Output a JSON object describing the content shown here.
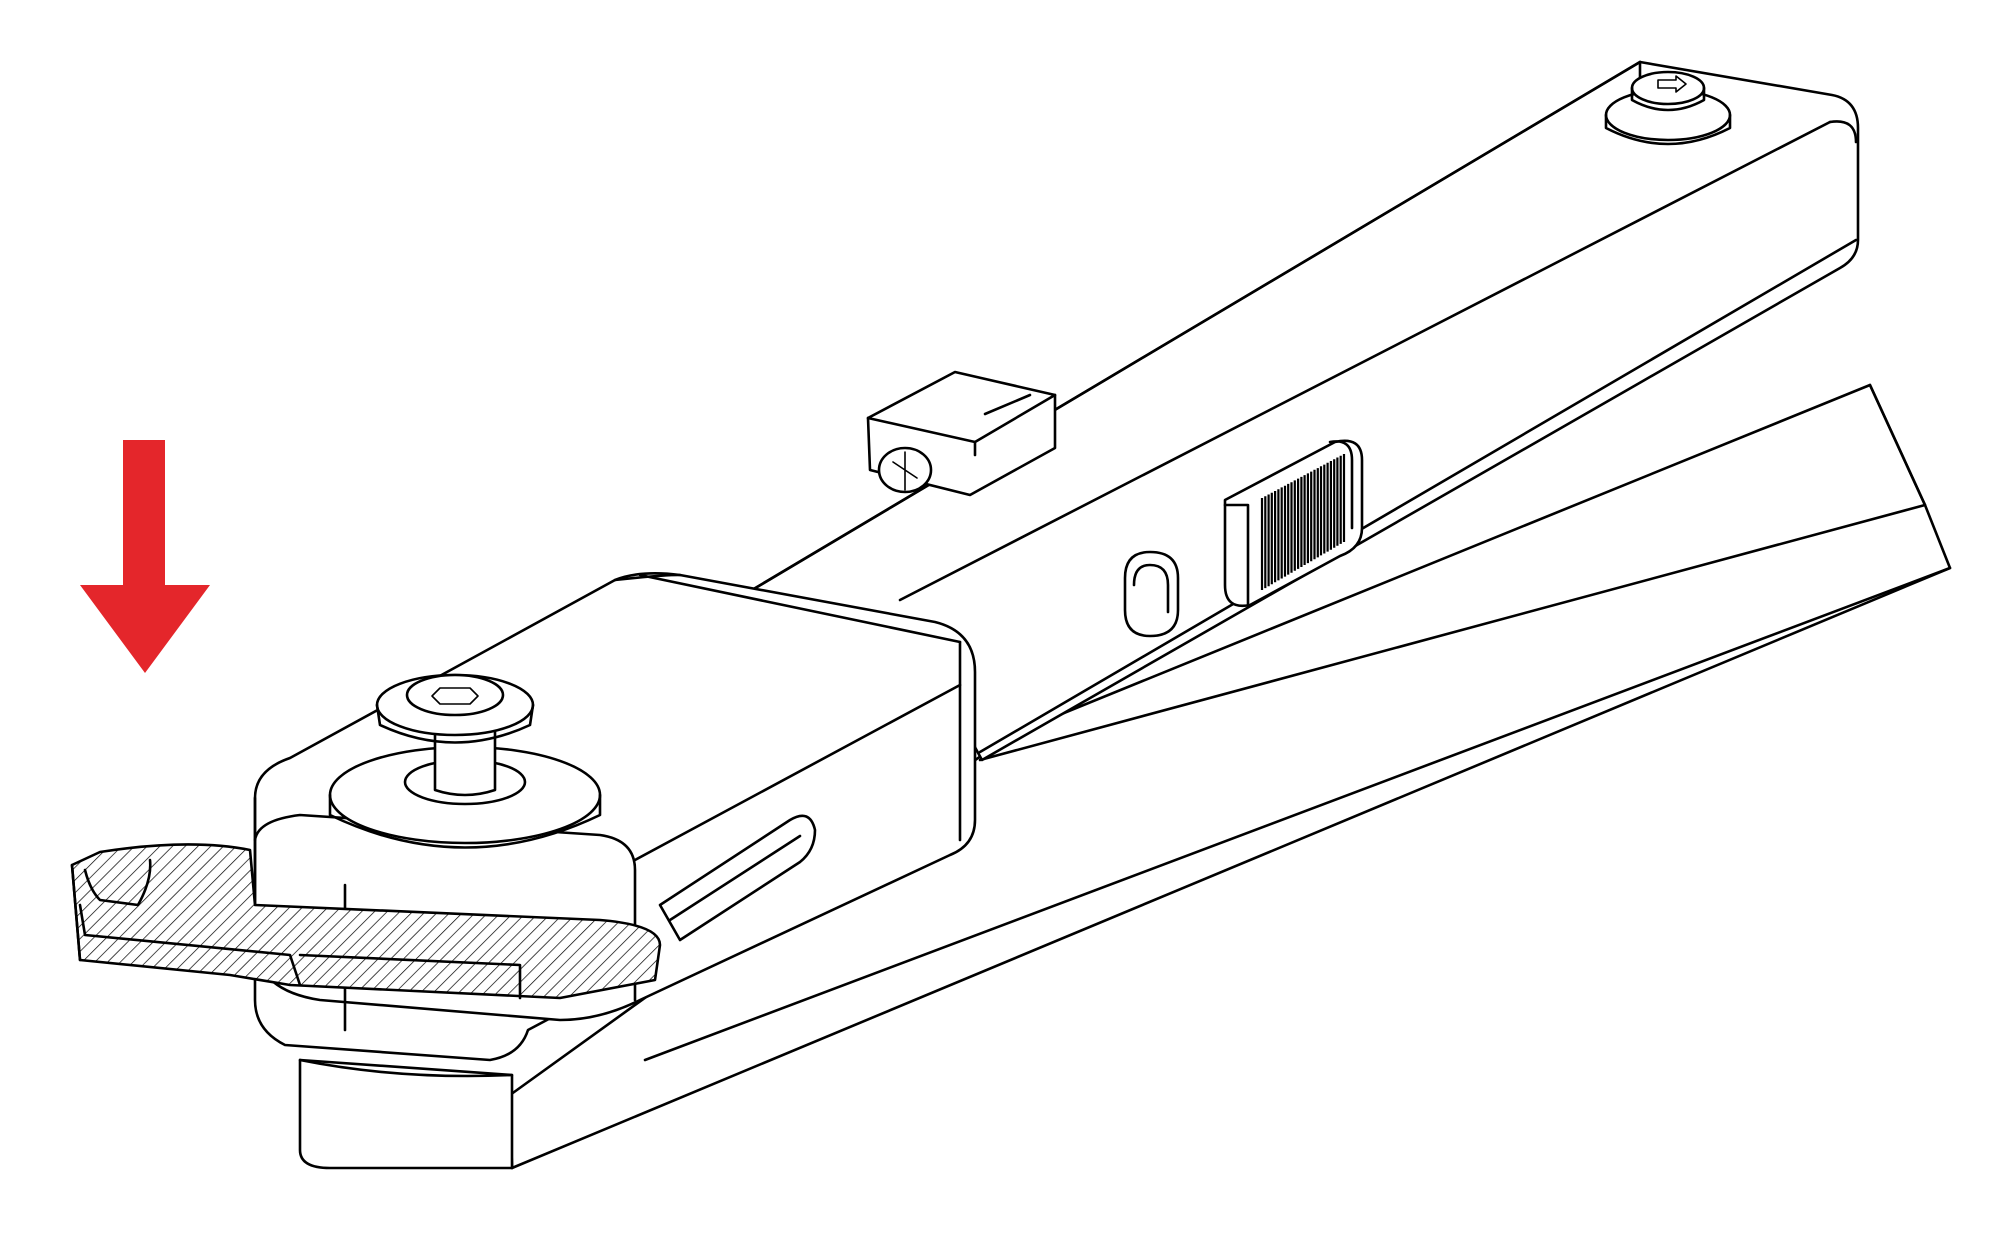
{
  "figure": {
    "kind": "technical-line-drawing",
    "subject_parts": [
      "arm-bar",
      "pivot-housing",
      "button-head-screw",
      "top-end-screw",
      "side-bracket",
      "bracket-screw",
      "serrated-slider",
      "oval-slot",
      "hatched-bracket-plate",
      "lower-guide-rail"
    ],
    "colors": {
      "line": "#000000",
      "background": "#ffffff",
      "arrow": "#e4262b"
    },
    "indicator": {
      "type": "arrow",
      "direction": "down"
    }
  }
}
